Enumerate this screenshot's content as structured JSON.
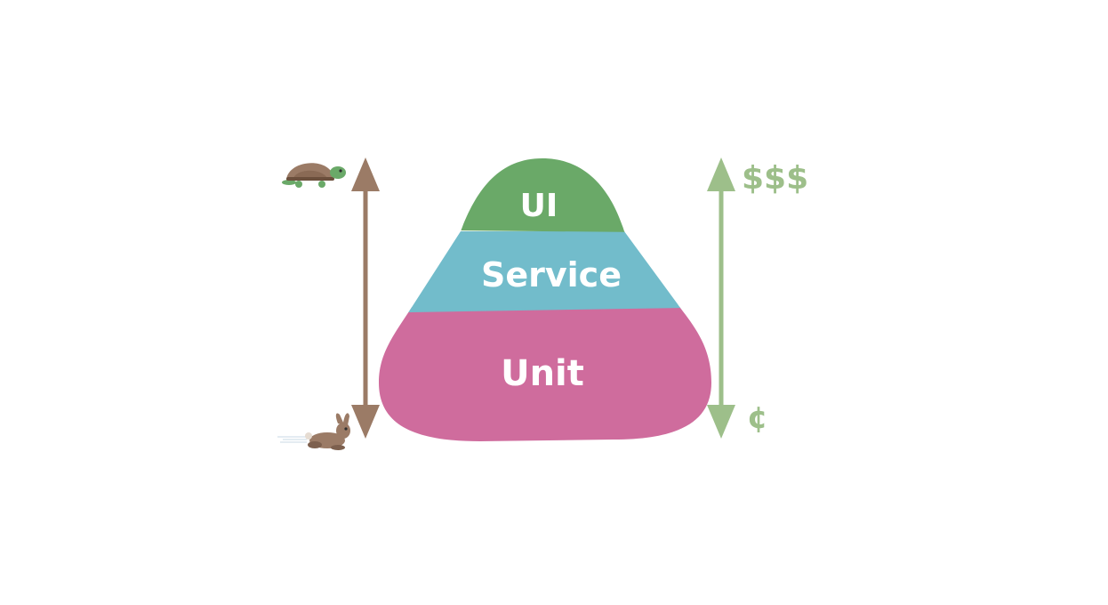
{
  "pyramid": {
    "layers": [
      {
        "id": "ui",
        "label": "UI",
        "color": "#6aa968"
      },
      {
        "id": "service",
        "label": "Service",
        "color": "#72bccb"
      },
      {
        "id": "unit",
        "label": "Unit",
        "color": "#cf6c9d"
      }
    ]
  },
  "speed_axis": {
    "color": "#9b7b66",
    "top_icon": "turtle-icon",
    "bottom_icon": "rabbit-icon"
  },
  "cost_axis": {
    "color": "#9dbf8a",
    "top_label": "$$$",
    "bottom_label": "¢"
  }
}
